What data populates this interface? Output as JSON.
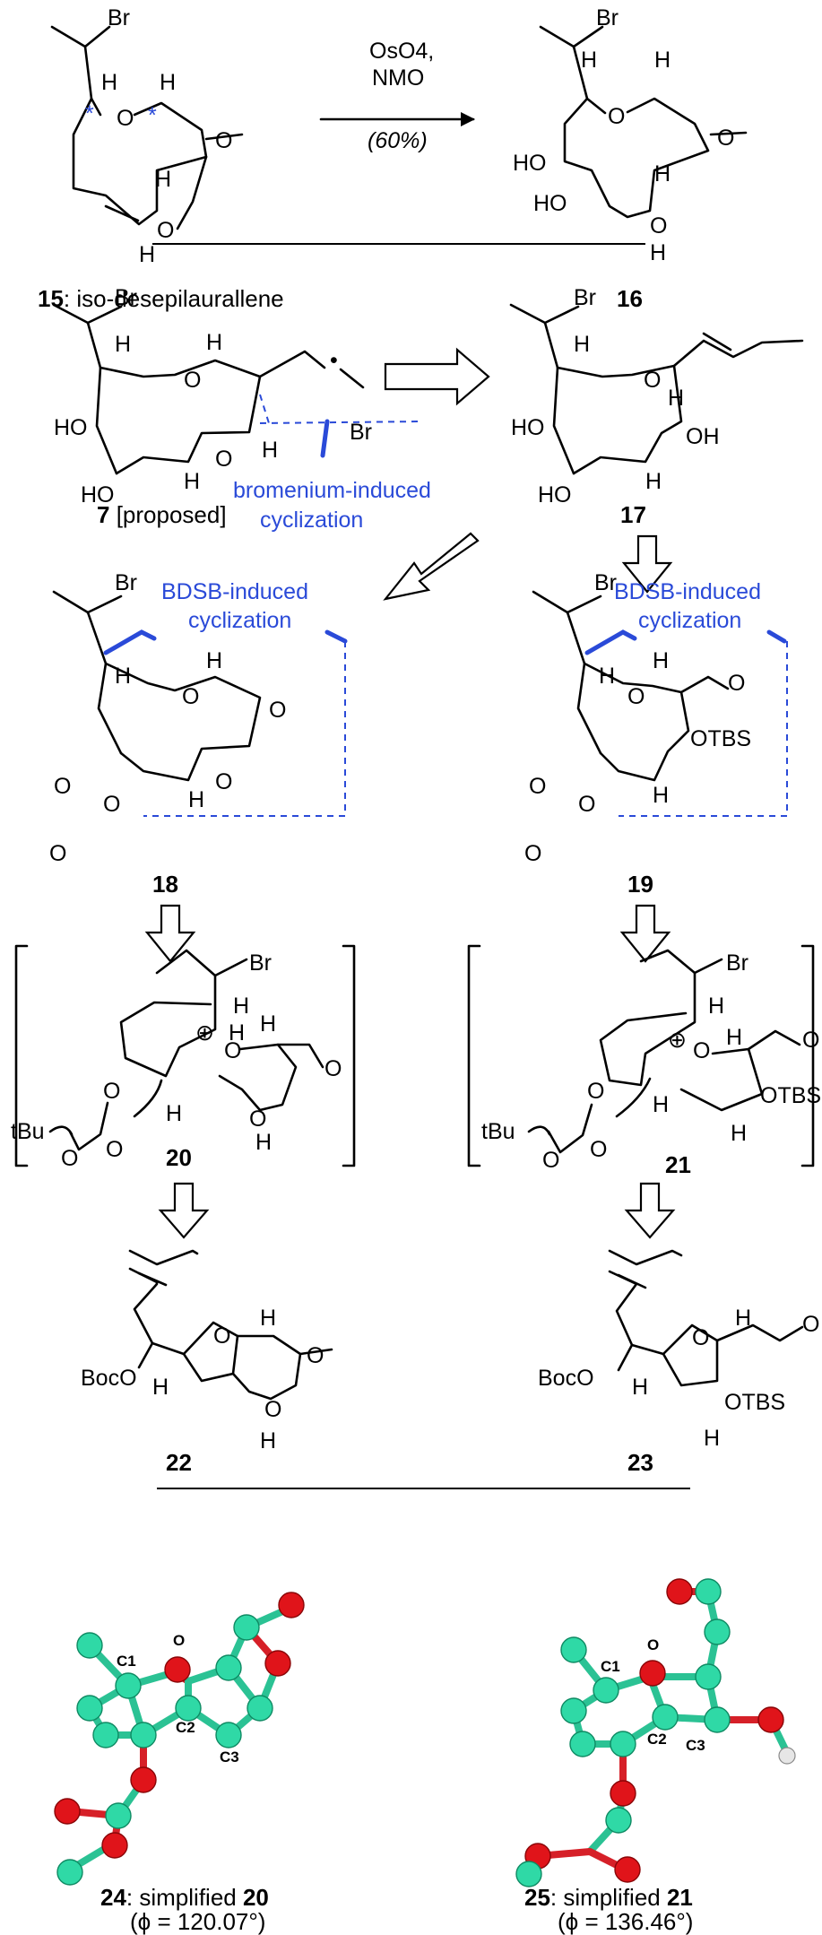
{
  "reaction": {
    "reagent_line1": "OsO4,",
    "reagent_line2": "NMO",
    "yield": "(60%)"
  },
  "compounds": {
    "c15": {
      "number": "15",
      "name": ": iso-desepilaurallene"
    },
    "c16": {
      "number": "16"
    },
    "c7": {
      "number": "7",
      "suffix": " [proposed]"
    },
    "c17": {
      "number": "17"
    },
    "c18": {
      "number": "18"
    },
    "c19": {
      "number": "19"
    },
    "c20": {
      "number": "20"
    },
    "c21": {
      "number": "21"
    },
    "c22": {
      "number": "22"
    },
    "c23": {
      "number": "23"
    },
    "c24": {
      "number": "24",
      "caption": ": simplified ",
      "ref": "20",
      "phi": "(ϕ = 120.07°)"
    },
    "c25": {
      "number": "25",
      "caption": ": simplified ",
      "ref": "21",
      "phi": "(ϕ = 136.46°)"
    }
  },
  "annotations": {
    "bromenium_1": "bromenium-induced",
    "bromenium_2": "cyclization",
    "bdsb_1": "BDSB-induced",
    "bdsb_2": "cyclization"
  },
  "atoms": {
    "Br": "Br",
    "H": "H",
    "O": "O",
    "HO": "HO",
    "OH": "OH",
    "OTBS": "OTBS",
    "BocO": "BocO",
    "tBu": "tBu",
    "plus": "⊕",
    "star": "*"
  },
  "model_labels": {
    "C1": "C1",
    "C2": "C2",
    "C3": "C3",
    "O": "O"
  },
  "colors": {
    "annotation_blue": "#2a4ad8",
    "carbon_ball": "#2fd9a6",
    "oxygen_ball": "#e0141a",
    "hydrogen_ball": "#e6e6e6"
  }
}
